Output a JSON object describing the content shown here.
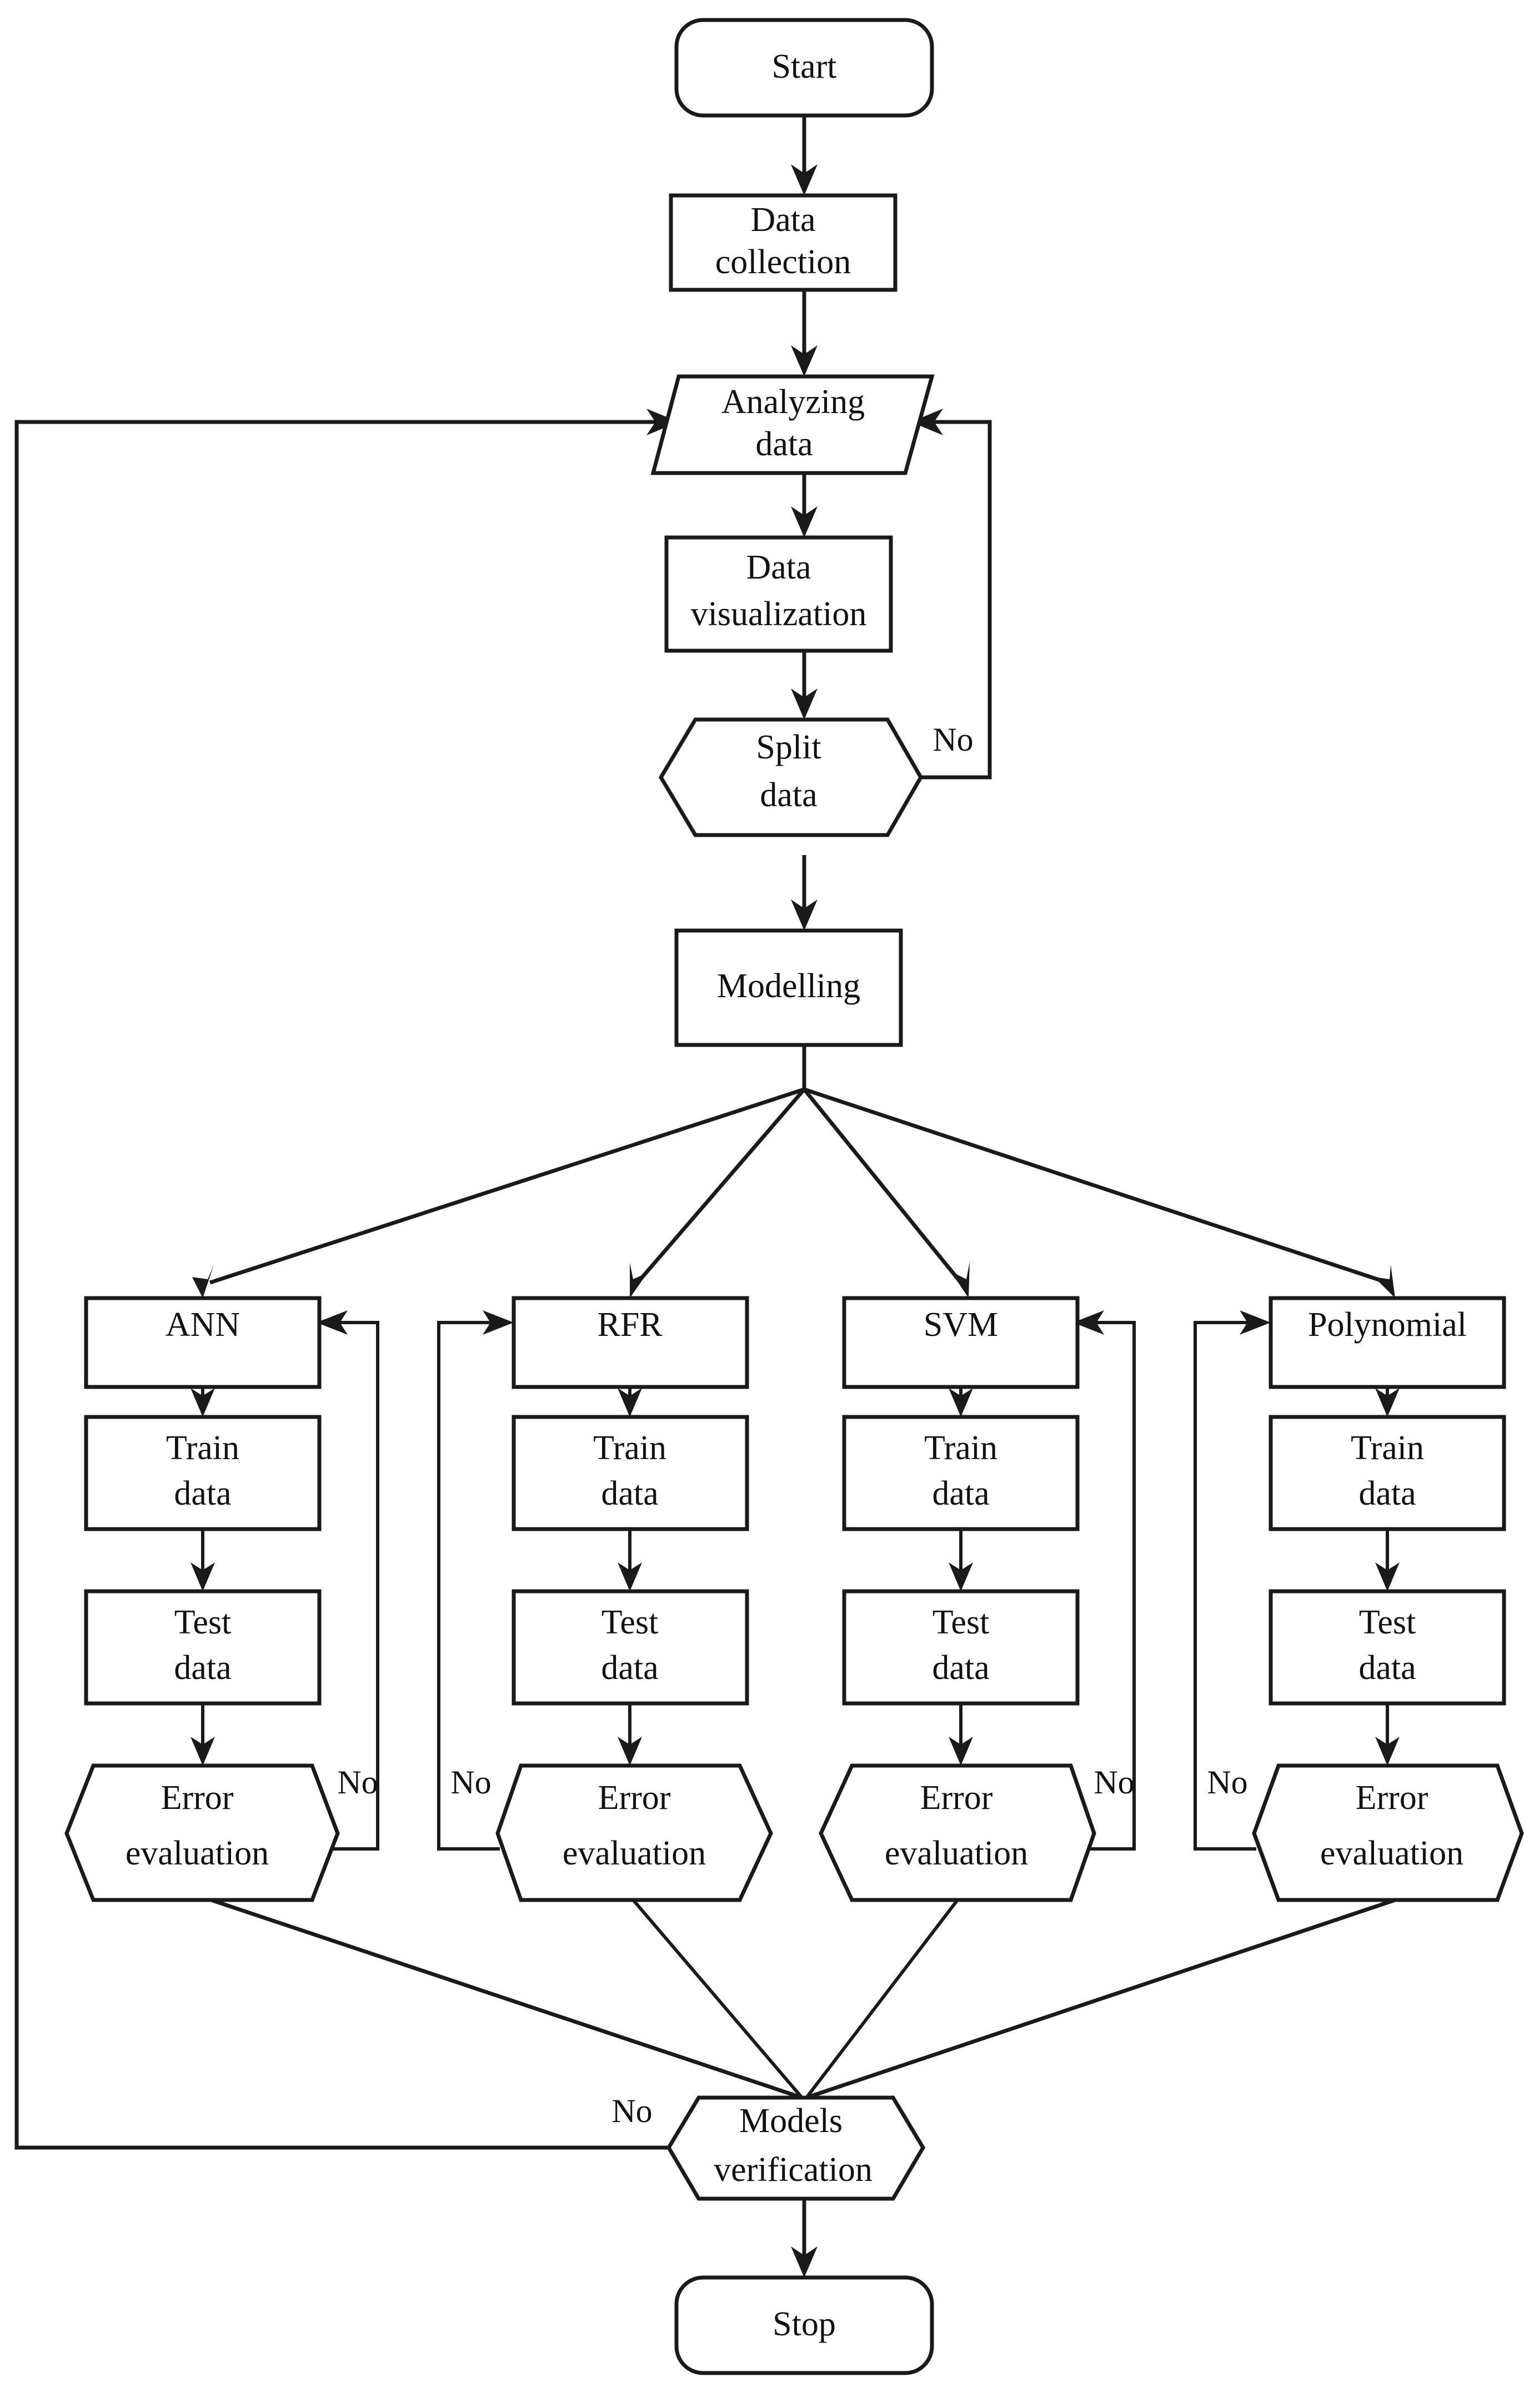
{
  "diagram": {
    "title": "Machine learning modelling workflow flowchart",
    "stroke_color": "#1a1a1a",
    "fill_color": "#ffffff",
    "text_color": "#111111"
  },
  "nodes": {
    "start": {
      "label": "Start",
      "shape": "rounded-terminator"
    },
    "data_collection": {
      "line1": "Data",
      "line2": "collection",
      "shape": "process"
    },
    "analyzing_data": {
      "line1": "Analyzing",
      "line2": "data",
      "shape": "parallelogram"
    },
    "data_visualization": {
      "line1": "Data",
      "line2": "visualization",
      "shape": "process"
    },
    "split_data": {
      "line1": "Split",
      "line2": "data",
      "shape": "hexagon-decision"
    },
    "modelling": {
      "label": "Modelling",
      "shape": "process"
    },
    "models_verification": {
      "line1": "Models",
      "line2": "verification",
      "shape": "hexagon-decision"
    },
    "stop": {
      "label": "Stop",
      "shape": "rounded-terminator"
    }
  },
  "branches": [
    {
      "model": "ANN",
      "train": {
        "line1": "Train",
        "line2": "data"
      },
      "test": {
        "line1": "Test",
        "line2": "data"
      },
      "error": {
        "line1": "Error",
        "line2": "evaluation"
      },
      "no_label": "No",
      "no_side": "right"
    },
    {
      "model": "RFR",
      "train": {
        "line1": "Train",
        "line2": "data"
      },
      "test": {
        "line1": "Test",
        "line2": "data"
      },
      "error": {
        "line1": "Error",
        "line2": "evaluation"
      },
      "no_label": "No",
      "no_side": "left"
    },
    {
      "model": "SVM",
      "train": {
        "line1": "Train",
        "line2": "data"
      },
      "test": {
        "line1": "Test",
        "line2": "data"
      },
      "error": {
        "line1": "Error",
        "line2": "evaluation"
      },
      "no_label": "No",
      "no_side": "right"
    },
    {
      "model": "Polynomial",
      "train": {
        "line1": "Train",
        "line2": "data"
      },
      "test": {
        "line1": "Test",
        "line2": "data"
      },
      "error": {
        "line1": "Error",
        "line2": "evaluation"
      },
      "no_label": "No",
      "no_side": "left"
    }
  ],
  "edge_labels": {
    "split_data_no": "No",
    "models_verification_no": "No"
  }
}
